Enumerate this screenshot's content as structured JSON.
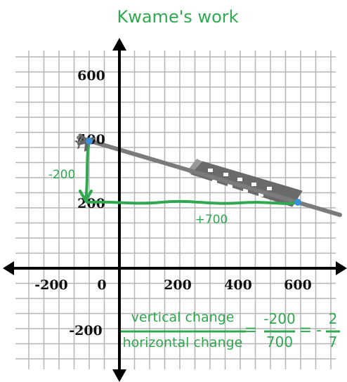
{
  "title": "Kwame's work",
  "colors": {
    "green": "#2fa84f",
    "grid": "#b5b5b5",
    "axis": "#000000",
    "line": "#7b7b7b",
    "plane": "#555555",
    "runway": "#6a6a6a",
    "point": "#3b8fd6"
  },
  "axes": {
    "x_ticks": [
      "-200",
      "0",
      "200",
      "400",
      "600"
    ],
    "y_ticks": [
      "600",
      "400",
      "200",
      "-200"
    ]
  },
  "annotations": {
    "vertical_change_value": "-200",
    "horizontal_change_value": "+700"
  },
  "equation": {
    "numerator_label": "vertical change",
    "denominator_label": "horizontal change",
    "equals1": "=",
    "frac1_num": "-200",
    "frac1_den": "700",
    "equals2": "=",
    "minus": "-",
    "frac2_num": "2",
    "frac2_den": "7"
  },
  "chart_data": {
    "type": "scatter",
    "points": [
      {
        "x": -100,
        "y": 400
      },
      {
        "x": 600,
        "y": 200
      }
    ],
    "line": {
      "slope": "-2/7"
    }
  }
}
